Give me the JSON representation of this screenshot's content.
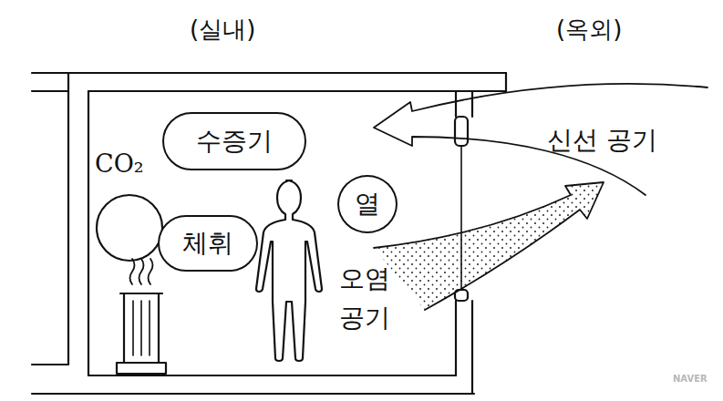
{
  "diagram": {
    "nodes": [
      {
        "text": [
          "수증기"
        ]
      },
      {
        "text": [
          "열"
        ]
      },
      {
        "text": [
          "체휘"
        ]
      }
    ],
    "labels": [
      "(실내)",
      "(옥외)",
      "CO₂",
      "신선 공기",
      "오염 공기",
      "NAVER"
    ]
  }
}
